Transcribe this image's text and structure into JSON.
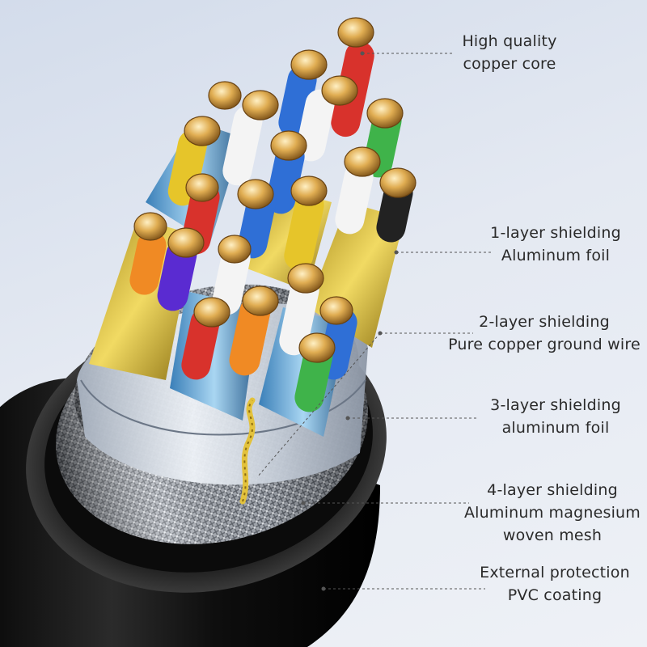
{
  "callouts": [
    {
      "id": "copper-core",
      "line1": "High quality",
      "line2": "copper core"
    },
    {
      "id": "shield-1",
      "line1": "1-layer shielding",
      "line2": "Aluminum foil"
    },
    {
      "id": "shield-2",
      "line1": "2-layer shielding",
      "line2": "Pure copper ground wire"
    },
    {
      "id": "shield-3",
      "line1": "3-layer shielding",
      "line2": "aluminum foil"
    },
    {
      "id": "shield-4",
      "line1": "4-layer shielding",
      "line2": "Aluminum magnesium",
      "line3": "woven mesh"
    },
    {
      "id": "external",
      "line1": "External protection",
      "line2": "PVC coating"
    }
  ],
  "colors": {
    "copper": "#d9a648",
    "jacket": "#111111",
    "mesh": "#b7bcc4",
    "foil_gold": "#d8b63a",
    "pair_colors": [
      "#e6c52a",
      "#f4f4f4",
      "#2f6fd6",
      "#d8322c",
      "#3fb34a",
      "#f08a24",
      "#5a2bd1"
    ]
  }
}
